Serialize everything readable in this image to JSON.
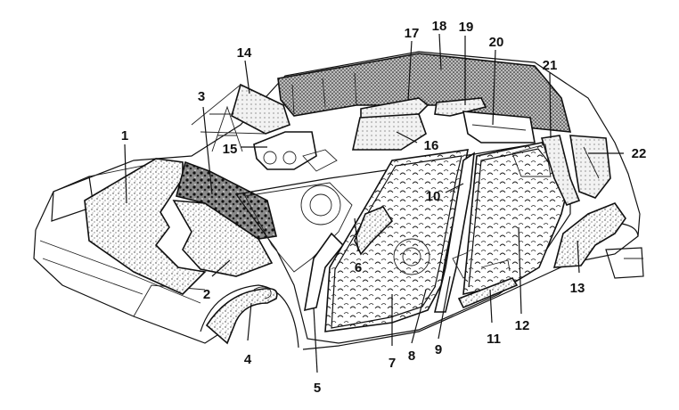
{
  "diagram": {
    "callouts": [
      {
        "id": "1",
        "label": "1"
      },
      {
        "id": "2",
        "label": "2"
      },
      {
        "id": "3",
        "label": "3"
      },
      {
        "id": "4",
        "label": "4"
      },
      {
        "id": "5",
        "label": "5"
      },
      {
        "id": "6",
        "label": "6"
      },
      {
        "id": "7",
        "label": "7"
      },
      {
        "id": "8",
        "label": "8"
      },
      {
        "id": "9",
        "label": "9"
      },
      {
        "id": "10",
        "label": "10"
      },
      {
        "id": "11",
        "label": "11"
      },
      {
        "id": "12",
        "label": "12"
      },
      {
        "id": "13",
        "label": "13"
      },
      {
        "id": "14",
        "label": "14"
      },
      {
        "id": "15",
        "label": "15"
      },
      {
        "id": "16",
        "label": "16"
      },
      {
        "id": "17",
        "label": "17"
      },
      {
        "id": "18",
        "label": "18"
      },
      {
        "id": "19",
        "label": "19"
      },
      {
        "id": "20",
        "label": "20"
      },
      {
        "id": "21",
        "label": "21"
      },
      {
        "id": "22",
        "label": "22"
      }
    ],
    "colors": {
      "ink": "#111111",
      "paper": "#ffffff",
      "insulation": "#9a9a9a"
    }
  }
}
